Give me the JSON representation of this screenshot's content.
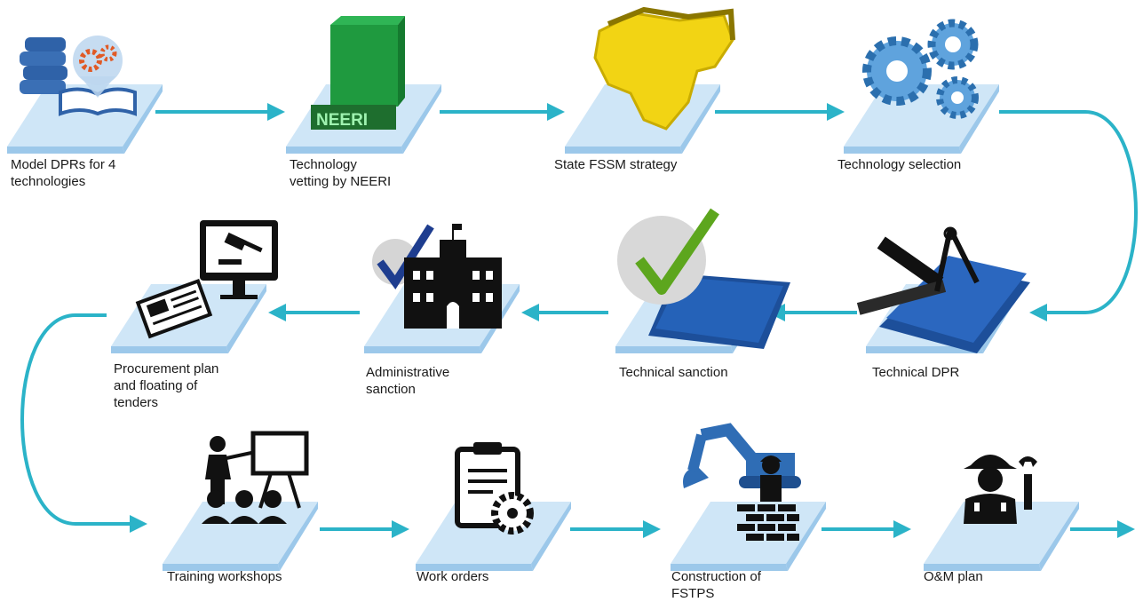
{
  "steps": [
    {
      "label": "Model DPRs for 4\ntechnologies",
      "icon": "books-gear-icon"
    },
    {
      "label": "Technology\nvetting by NEERI",
      "icon": "neeri-block-icon",
      "icon_text": "NEERI"
    },
    {
      "label": "State FSSM strategy",
      "icon": "state-map-icon"
    },
    {
      "label": "Technology selection",
      "icon": "gears-icon"
    },
    {
      "label": "Technical DPR",
      "icon": "blueprint-tools-icon"
    },
    {
      "label": "Technical sanction",
      "icon": "checked-blueprint-icon"
    },
    {
      "label": "Administrative\nsanction",
      "icon": "government-building-check-icon"
    },
    {
      "label": "Procurement plan\nand floating of\ntenders",
      "icon": "computer-gavel-newspaper-icon"
    },
    {
      "label": "Training workshops",
      "icon": "presentation-audience-icon"
    },
    {
      "label": "Work orders",
      "icon": "clipboard-gear-icon"
    },
    {
      "label": "Construction of\nFSTPS",
      "icon": "excavator-worker-icon"
    },
    {
      "label": "O&M plan",
      "icon": "worker-wrench-icon"
    }
  ],
  "colors": {
    "arrow": "#2bb3c8",
    "platform_top": "#cfe6f7",
    "platform_side": "#9cc8ea"
  }
}
